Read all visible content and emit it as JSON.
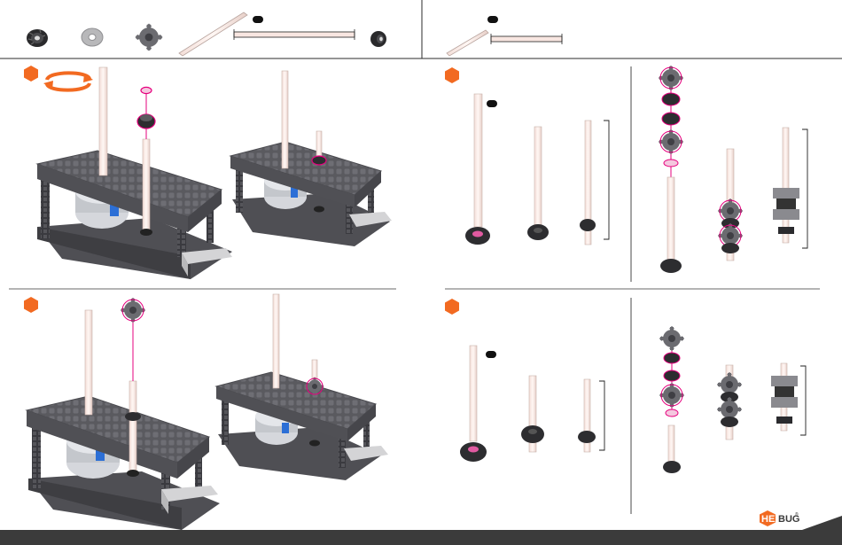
{
  "brand": {
    "logo_primary": "HEX",
    "logo_secondary": "BUG",
    "logo_mark": "®",
    "accent_color": "#f26a21",
    "magenta": "#e6007e"
  },
  "icons": {
    "step": "hexagon-step-icon",
    "rotate": "rotate-arrows-icon",
    "qty": "quantity-pill-icon"
  },
  "steps": [
    {
      "id": "top-left"
    },
    {
      "id": "top-right"
    },
    {
      "id": "bottom-left"
    },
    {
      "id": "bottom-right"
    }
  ]
}
